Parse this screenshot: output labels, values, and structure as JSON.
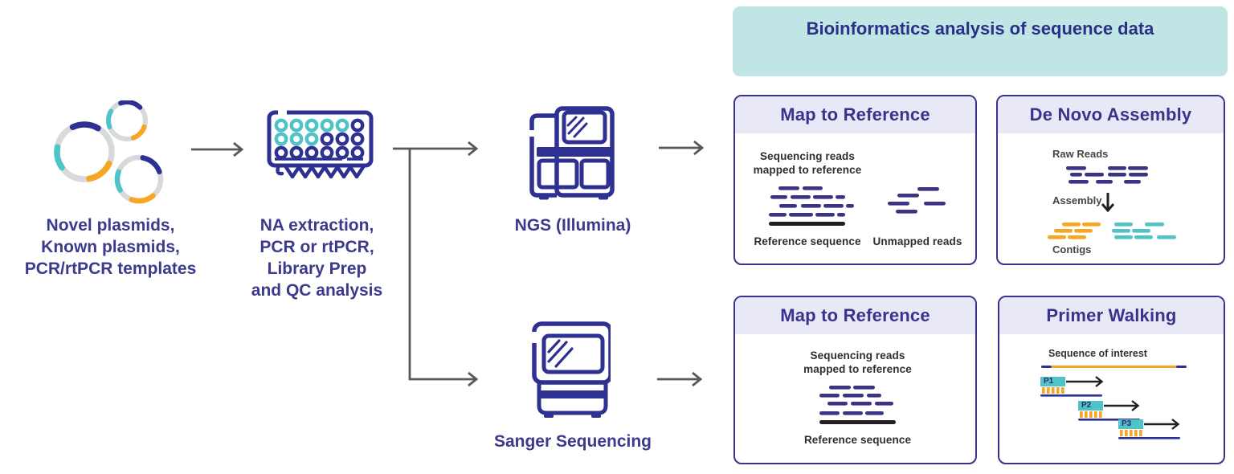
{
  "header": {
    "title": "Bioinformatics analysis of sequence data"
  },
  "nodes": {
    "plasmids": {
      "lines": [
        "Novel plasmids,",
        "Known plasmids,",
        "PCR/rtPCR templates"
      ]
    },
    "plate": {
      "lines": [
        "NA extraction,",
        "PCR or rtPCR,",
        "Library Prep",
        "and QC analysis"
      ]
    },
    "ngs": {
      "label": "NGS (Illumina)"
    },
    "sanger": {
      "label": "Sanger Sequencing"
    }
  },
  "panels": {
    "map_to_reference_ngs": {
      "title": "Map to Reference",
      "reads_label": "Sequencing reads mapped to reference",
      "reference_label": "Reference sequence",
      "unmapped_label": "Unmapped reads"
    },
    "de_novo": {
      "title": "De Novo Assembly",
      "raw_reads_label": "Raw Reads",
      "assembly_label": "Assembly",
      "contigs_label": "Contigs"
    },
    "map_to_reference_sanger": {
      "title": "Map to Reference",
      "reads_label": "Sequencing reads mapped to reference",
      "reference_label": "Reference sequence"
    },
    "primer_walking": {
      "title": "Primer Walking",
      "sequence_label": "Sequence of interest",
      "primers": {
        "p1": "P1",
        "p2": "P2",
        "p3": "P3"
      }
    }
  },
  "colors": {
    "navy_icon": "#2e3192",
    "navy_text": "#3b3a8c",
    "read_indigo": "#3b3484",
    "teal": "#4fc3c7",
    "teal_banner": "#bfe6e5",
    "lavender_header": "#e9e8f6",
    "orange": "#f6a623",
    "arrow_gray": "#58595b",
    "ring_gray": "#d8d9da",
    "black": "#231f20",
    "panel_border": "#37338a"
  }
}
